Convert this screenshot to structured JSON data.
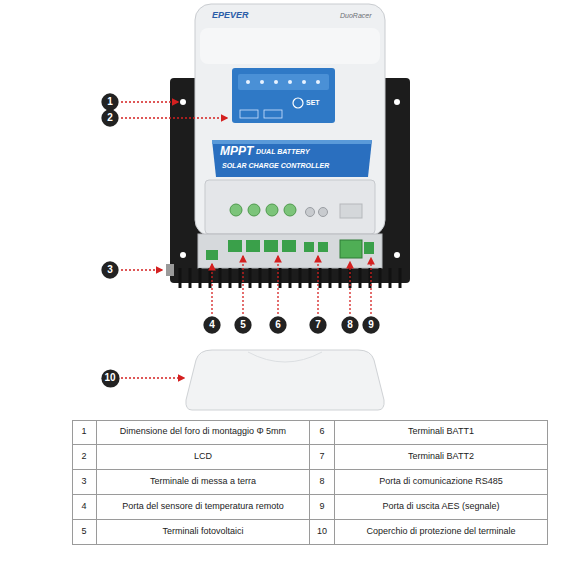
{
  "diagram": {
    "nodes": [
      {
        "text": [
          "1"
        ]
      },
      {
        "text": [
          "2"
        ]
      },
      {
        "text": [
          "3"
        ]
      },
      {
        "text": [
          "4"
        ]
      },
      {
        "text": [
          "5"
        ]
      },
      {
        "text": [
          "6"
        ]
      },
      {
        "text": [
          "7"
        ]
      },
      {
        "text": [
          "8"
        ]
      },
      {
        "text": [
          "9"
        ]
      },
      {
        "text": [
          "10"
        ]
      }
    ],
    "labels": [
      "EPEVER",
      "DuoRacer",
      "SET",
      "MPPT",
      "DUAL BATTERY",
      "SOLAR CHARGE CONTROLLER",
      "1",
      "Dimensione del foro di montaggio Φ 5mm",
      "6",
      "Terminali BATT1",
      "2",
      "LCD",
      "7",
      "Terminali BATT2",
      "3",
      "Terminale di messa a terra",
      "8",
      "Porta di comunicazione RS485",
      "4",
      "Porta del sensore di temperatura remoto",
      "9",
      "Porta di uscita AES (segnale)",
      "5",
      "Terminali fotovoltaici",
      "10",
      "Coperchio di protezione del terminale"
    ]
  }
}
